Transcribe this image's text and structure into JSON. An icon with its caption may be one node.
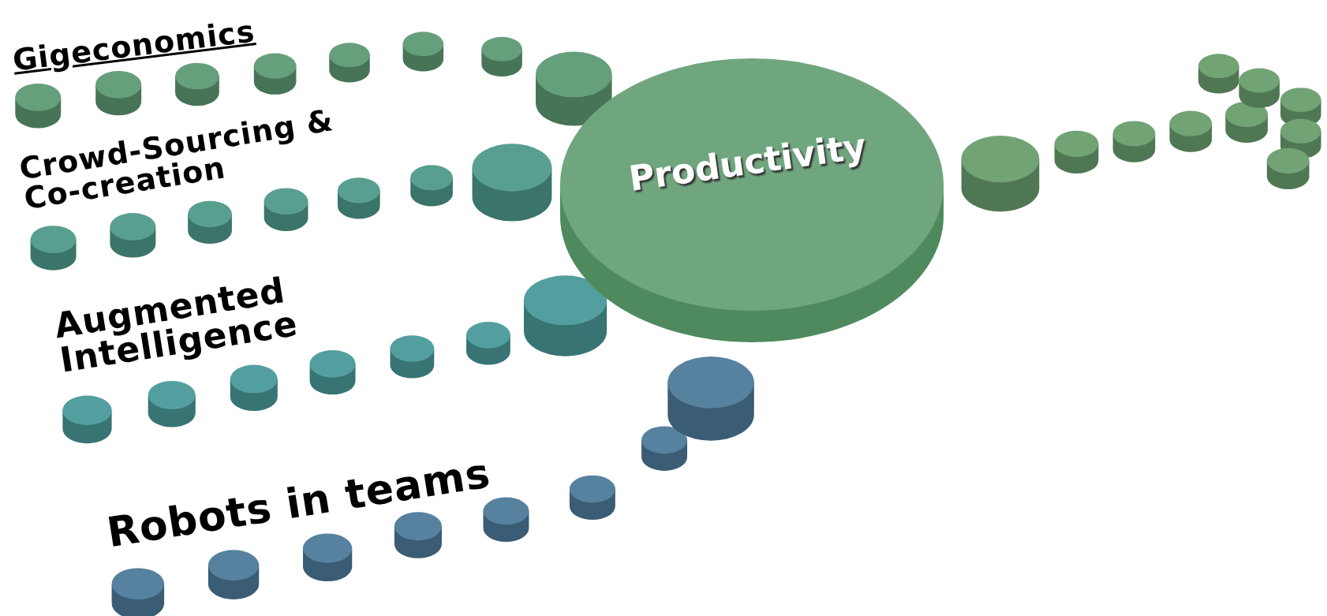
{
  "diagram": {
    "nodes": [
      {
        "text": [
          "Productivity"
        ]
      }
    ],
    "edges": [],
    "labels": [
      "Gigeconomics",
      "Crowd-Sourcing & Co-creation",
      "Augmented Intelligence",
      "Robots in teams"
    ]
  }
}
